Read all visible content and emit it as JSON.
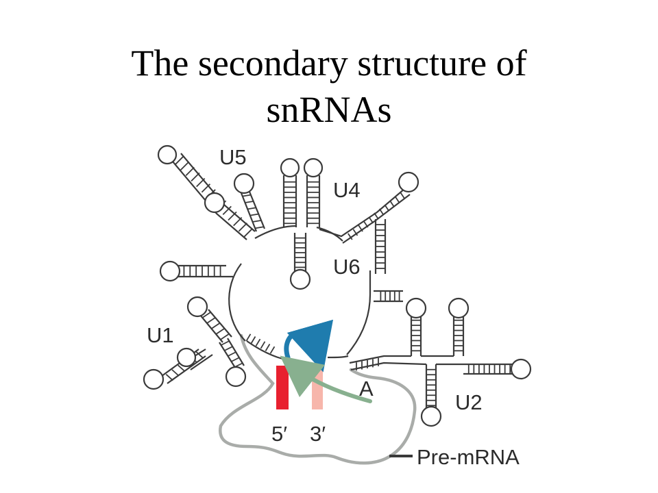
{
  "title": {
    "line1": "The secondary structure of",
    "line2": "snRNAs"
  },
  "labels": {
    "u5": "U5",
    "u4": "U4",
    "u6": "U6",
    "u1": "U1",
    "u2": "U2",
    "branch_point": "A",
    "five_prime": "5′",
    "three_prime": "3′",
    "pre_mrna": "Pre-mRNA"
  },
  "colors": {
    "five_prime_site": "#e8202f",
    "three_prime_site": "#f7b6ab",
    "first_step_arrow": "#1f7cae",
    "second_step_arrow": "#88b08f",
    "pre_mrna_strand": "#a9aca9",
    "rna_backbone": "#3a3a3a"
  }
}
